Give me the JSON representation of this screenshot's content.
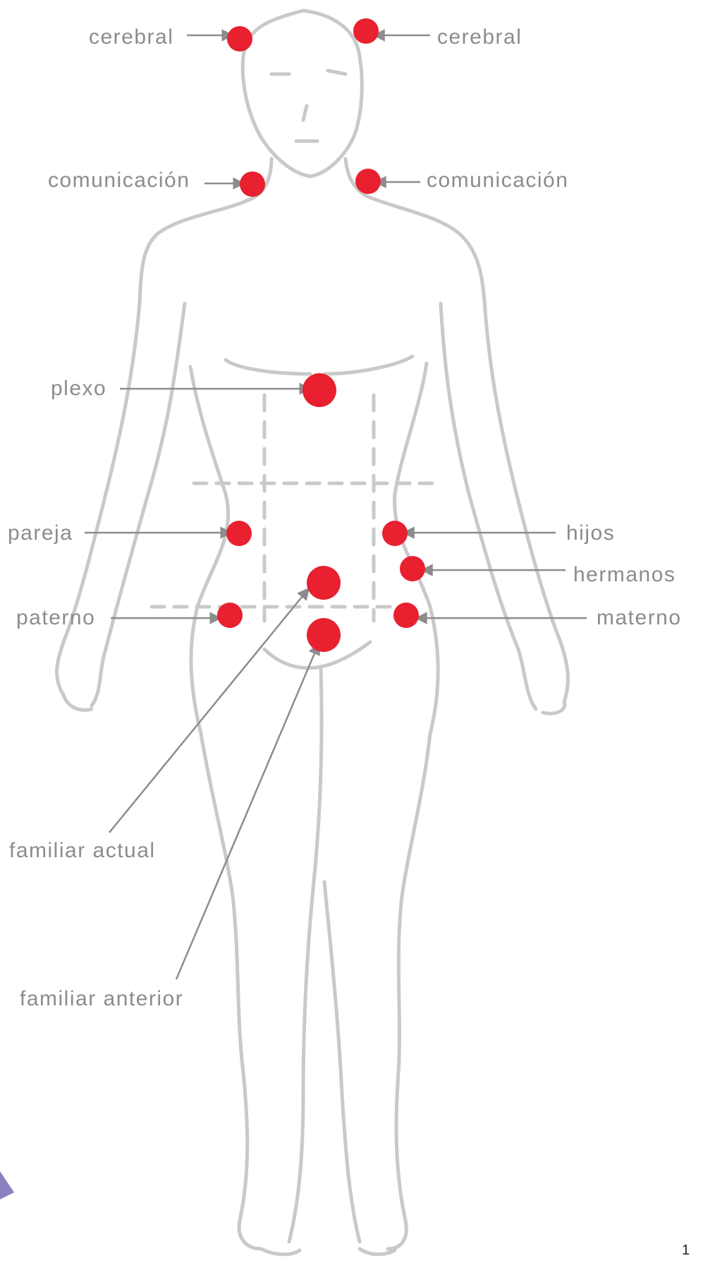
{
  "colors": {
    "point": "#E8202F",
    "line": "#8C8C8C",
    "label": "#8C8C8C",
    "outline": "#C9C9C9",
    "corner_mark": "#8C7FC0"
  },
  "points": [
    {
      "id": "cerebral-left",
      "label": "cerebral"
    },
    {
      "id": "cerebral-right",
      "label": "cerebral"
    },
    {
      "id": "comunicacion-left",
      "label": "comunicación"
    },
    {
      "id": "comunicacion-right",
      "label": "comunicación"
    },
    {
      "id": "plexo",
      "label": "plexo"
    },
    {
      "id": "pareja",
      "label": "pareja"
    },
    {
      "id": "hijos",
      "label": "hijos"
    },
    {
      "id": "hermanos",
      "label": "hermanos"
    },
    {
      "id": "paterno",
      "label": "paterno"
    },
    {
      "id": "materno",
      "label": "materno"
    },
    {
      "id": "familiar-actual",
      "label": "familiar actual"
    },
    {
      "id": "familiar-anterior",
      "label": "familiar anterior"
    }
  ],
  "page_number": "1"
}
